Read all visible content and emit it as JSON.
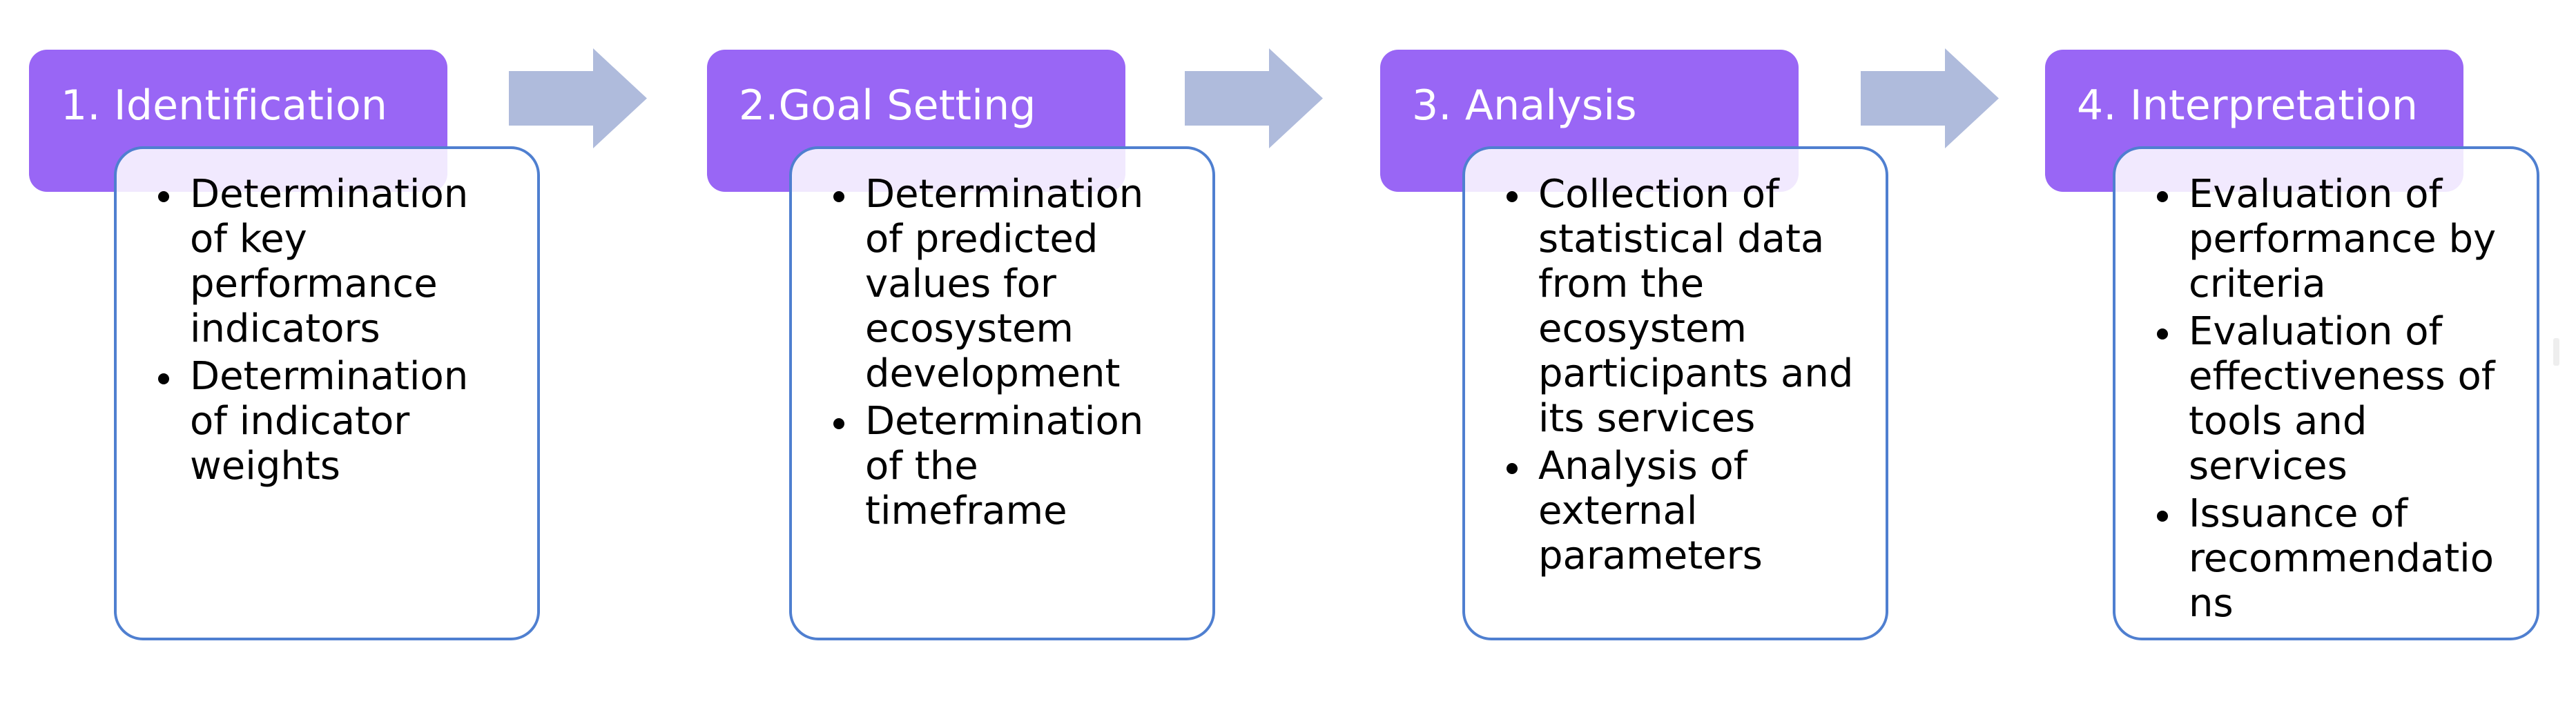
{
  "diagram": {
    "title": "Ecosystem assessment methodology stages",
    "type": "process-flow",
    "colors": {
      "header_purple": "#9966F5",
      "card_border_blue": "#4F7FD0",
      "arrow_blue_gray": "#AFBBDC",
      "header_text": "#FFFFFF",
      "body_text": "#000000",
      "background": "#FFFFFF"
    },
    "stages": [
      {
        "id": "identification",
        "header": "1. Identification",
        "bullets": [
          "Determination of key performance indicators",
          "Determination of indicator weights"
        ]
      },
      {
        "id": "goal-setting",
        "header": "2.Goal Setting",
        "bullets": [
          "Determination of predicted values for ecosystem development",
          "Determination of the timeframe"
        ]
      },
      {
        "id": "analysis",
        "header": "3. Analysis",
        "bullets": [
          "Collection of statistical data from the ecosystem participants and its services",
          "Analysis of external parameters"
        ]
      },
      {
        "id": "interpretation",
        "header": "4. Interpretation",
        "bullets": [
          "Evaluation of performance by criteria",
          "Evaluation of effectiveness of tools and services",
          "Issuance of recommendations"
        ]
      }
    ],
    "connectors": [
      {
        "id": "arrow-1",
        "from": "identification",
        "to": "goal-setting",
        "glyph": "right-arrow"
      },
      {
        "id": "arrow-2",
        "from": "goal-setting",
        "to": "analysis",
        "glyph": "right-arrow"
      },
      {
        "id": "arrow-3",
        "from": "analysis",
        "to": "interpretation",
        "glyph": "right-arrow"
      }
    ]
  }
}
